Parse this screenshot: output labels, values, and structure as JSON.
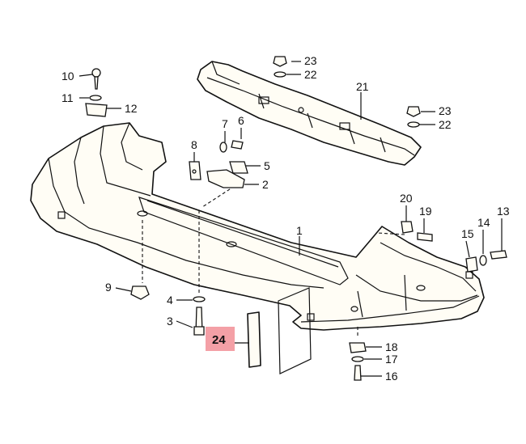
{
  "callouts": [
    {
      "id": "c1",
      "label": "1"
    },
    {
      "id": "c2",
      "label": "2"
    },
    {
      "id": "c3",
      "label": "3"
    },
    {
      "id": "c4",
      "label": "4"
    },
    {
      "id": "c5",
      "label": "5"
    },
    {
      "id": "c6",
      "label": "6"
    },
    {
      "id": "c7",
      "label": "7"
    },
    {
      "id": "c8",
      "label": "8"
    },
    {
      "id": "c9",
      "label": "9"
    },
    {
      "id": "c10",
      "label": "10"
    },
    {
      "id": "c11",
      "label": "11"
    },
    {
      "id": "c12",
      "label": "12"
    },
    {
      "id": "c13",
      "label": "13"
    },
    {
      "id": "c14",
      "label": "14"
    },
    {
      "id": "c15",
      "label": "15"
    },
    {
      "id": "c16",
      "label": "16"
    },
    {
      "id": "c17",
      "label": "17"
    },
    {
      "id": "c18",
      "label": "18"
    },
    {
      "id": "c19",
      "label": "19"
    },
    {
      "id": "c20",
      "label": "20"
    },
    {
      "id": "c21",
      "label": "21"
    },
    {
      "id": "c22a",
      "label": "22"
    },
    {
      "id": "c22b",
      "label": "22"
    },
    {
      "id": "c23a",
      "label": "23"
    },
    {
      "id": "c23b",
      "label": "23"
    }
  ],
  "highlight": {
    "label": "24",
    "color": "#f4a0a6"
  }
}
